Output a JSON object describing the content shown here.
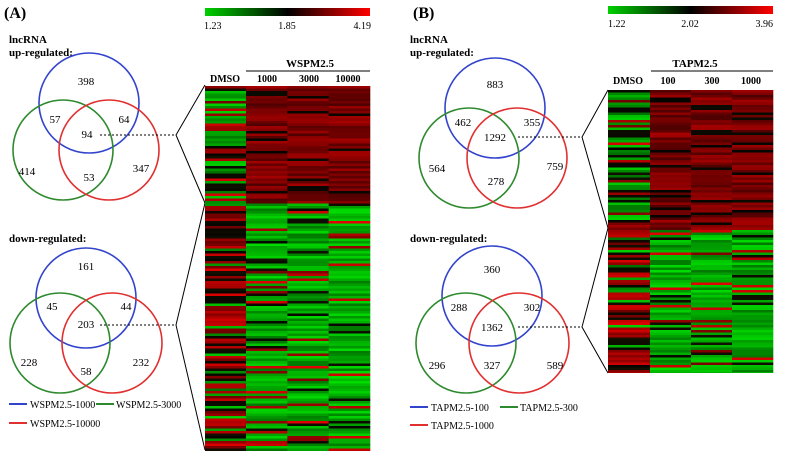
{
  "panels": [
    {
      "id": "A",
      "label": "(A)",
      "lnc_label": "lncRNA",
      "up_label": "up-regulated:",
      "down_label": "down-regulated:",
      "up_counts": {
        "top": "398",
        "top_left": "57",
        "center": "94",
        "top_right": "64",
        "left": "414",
        "bottom": "53",
        "right": "347"
      },
      "down_counts": {
        "top": "161",
        "top_left": "45",
        "center": "203",
        "top_right": "44",
        "left": "228",
        "bottom": "58",
        "right": "232"
      },
      "legend": {
        "blue": "WSPM2.5-1000",
        "green": "WSPM2.5-3000",
        "red": "WSPM2.5-10000"
      },
      "scale": {
        "min": "1.23",
        "mid": "1.85",
        "max": "4.19"
      },
      "heatmap": {
        "group_label": "WSPM2.5",
        "col_control": "DMSO",
        "cols": [
          "1000",
          "3000",
          "10000"
        ]
      }
    },
    {
      "id": "B",
      "label": "(B)",
      "lnc_label": "lncRNA",
      "up_label": "up-regulated:",
      "down_label": "down-regulated:",
      "up_counts": {
        "top": "883",
        "top_left": "462",
        "center": "1292",
        "top_right": "355",
        "left": "564",
        "bottom": "278",
        "right": "759"
      },
      "down_counts": {
        "top": "360",
        "top_left": "288",
        "center": "1362",
        "top_right": "302",
        "left": "296",
        "bottom": "327",
        "right": "589"
      },
      "legend": {
        "blue": "TAPM2.5-100",
        "green": "TAPM2.5-300",
        "red": "TAPM2.5-1000"
      },
      "scale": {
        "min": "1.22",
        "mid": "2.02",
        "max": "3.96"
      },
      "heatmap": {
        "group_label": "TAPM2.5",
        "col_control": "DMSO",
        "cols": [
          "100",
          "300",
          "1000"
        ]
      }
    }
  ],
  "colors": {
    "blue": "#3344cc",
    "green": "#2f8a2f",
    "red": "#e03030",
    "heat_low": "#00d000",
    "heat_mid": "#000000",
    "heat_high": "#ff0000"
  }
}
